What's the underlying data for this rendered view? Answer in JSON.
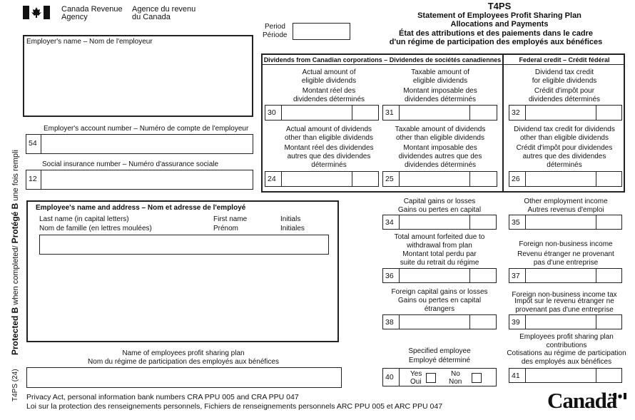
{
  "header": {
    "agency_en": "Canada Revenue",
    "agency_en_2": "Agency",
    "agency_fr": "Agence du revenu",
    "agency_fr_2": "du Canada",
    "form_code": "T4PS",
    "title_en_1": "Statement of Employees Profit Sharing Plan",
    "title_en_2": "Allocations and Payments",
    "title_fr_1": "État des attributions et des paiements dans le cadre",
    "title_fr_2": "d'un régime de participation des employés aux bénéfices",
    "period_en": "Period",
    "period_fr": "Période",
    "period_value": ""
  },
  "employer": {
    "name_label": "Employer's name – Nom de l'employeur",
    "name_value": "",
    "account_label": "Employer's account number – Numéro de compte de l'employeur",
    "account_box": "54",
    "account_value": "",
    "sin_label": "Social insurance number – Numéro d'assurance sociale",
    "sin_box": "12",
    "sin_value": ""
  },
  "dividends": {
    "section_label": "Dividends from Canadian corporations – Dividendes de sociétés canadiennes",
    "federal_label": "Federal credit – Crédit fédéral",
    "b30": {
      "box": "30",
      "l1": "Actual amount of",
      "l2": "eligible dividends",
      "l3": "Montant réel des",
      "l4": "dividendes déterminés"
    },
    "b31": {
      "box": "31",
      "l1": "Taxable amount of",
      "l2": "eligible dividends",
      "l3": "Montant imposable des",
      "l4": "dividendes déterminés"
    },
    "b32": {
      "box": "32",
      "l1": "Dividend tax credit",
      "l2": "for eligible dividends",
      "l3": "Crédit d'impôt pour",
      "l4": "dividendes déterminés"
    },
    "b24": {
      "box": "24",
      "l1": "Actual amount of dividends",
      "l2": "other than eligible dividends",
      "l3": "Montant réel des dividendes",
      "l4": "autres que des dividendes",
      "l5": "déterminés"
    },
    "b25": {
      "box": "25",
      "l1": "Taxable amount of dividends",
      "l2": "other than eligible dividends",
      "l3": "Montant imposable des",
      "l4": "dividendes autres que des",
      "l5": "dividendes déterminés"
    },
    "b26": {
      "box": "26",
      "l1": "Dividend tax credit for dividends",
      "l2": "other than eligible dividends",
      "l3": "Crédit d'impôt pour dividendes",
      "l4": "autres que des dividendes",
      "l5": "déterminés"
    }
  },
  "employee": {
    "section_label": "Employee's name and address – Nom et adresse de l'employé",
    "last_en": "Last name (in capital letters)",
    "last_fr": "Nom de famille (en lettres moulées)",
    "first_en": "First name",
    "first_fr": "Prénom",
    "init_en": "Initials",
    "init_fr": "Initiales",
    "name_value": ""
  },
  "boxes": {
    "b34": {
      "box": "34",
      "l1": "Capital gains or losses",
      "l2": "Gains ou pertes en capital"
    },
    "b35": {
      "box": "35",
      "l1": "Other employment income",
      "l2": "Autres revenus d'emploi"
    },
    "b36": {
      "box": "36",
      "l1": "Total amount forfeited due to",
      "l2": "withdrawal from plan",
      "l3": "Montant total perdu par",
      "l4": "suite du retrait du régime"
    },
    "b37": {
      "box": "37",
      "l1": "Foreign non-business income",
      "l2": "Revenu étranger ne provenant",
      "l3": "pas d'une entreprise"
    },
    "b38": {
      "box": "38",
      "l1": "Foreign capital gains or losses",
      "l2": "Gains ou pertes en capital",
      "l3": "étrangers"
    },
    "b39": {
      "box": "39",
      "l1": "Foreign non-business income tax",
      "l2": "Impôt sur le revenu étranger ne",
      "l3": "provenant pas d'une entreprise"
    },
    "b40": {
      "box": "40",
      "l1": "Specified employee",
      "l2": "Employé déterminé",
      "yes_en": "Yes",
      "yes_fr": "Oui",
      "no_en": "No",
      "no_fr": "Non"
    },
    "b41": {
      "box": "41",
      "l1": "Employees profit sharing plan",
      "l2": "contributions",
      "l3": "Cotisations au régime de participation",
      "l4": "des employés aux bénéfices"
    }
  },
  "plan": {
    "label_en": "Name of employees profit sharing plan",
    "label_fr": "Nom du régime de participation des employés aux bénéfices",
    "value": ""
  },
  "side": {
    "protected": "Protected B",
    "when": " when completed/ ",
    "protege": "Protégé B",
    "once": " une fois rempli",
    "form_ref": "T4PS (24)"
  },
  "footer": {
    "privacy_en": "Privacy Act, personal information bank numbers CRA PPU 005 and CRA PPU 047",
    "privacy_fr": "Loi sur la protection des renseignements personnels, Fichiers de renseignements personnels ARC PPU 005 et ARC PPU 047",
    "wordmark": "Canadä"
  }
}
